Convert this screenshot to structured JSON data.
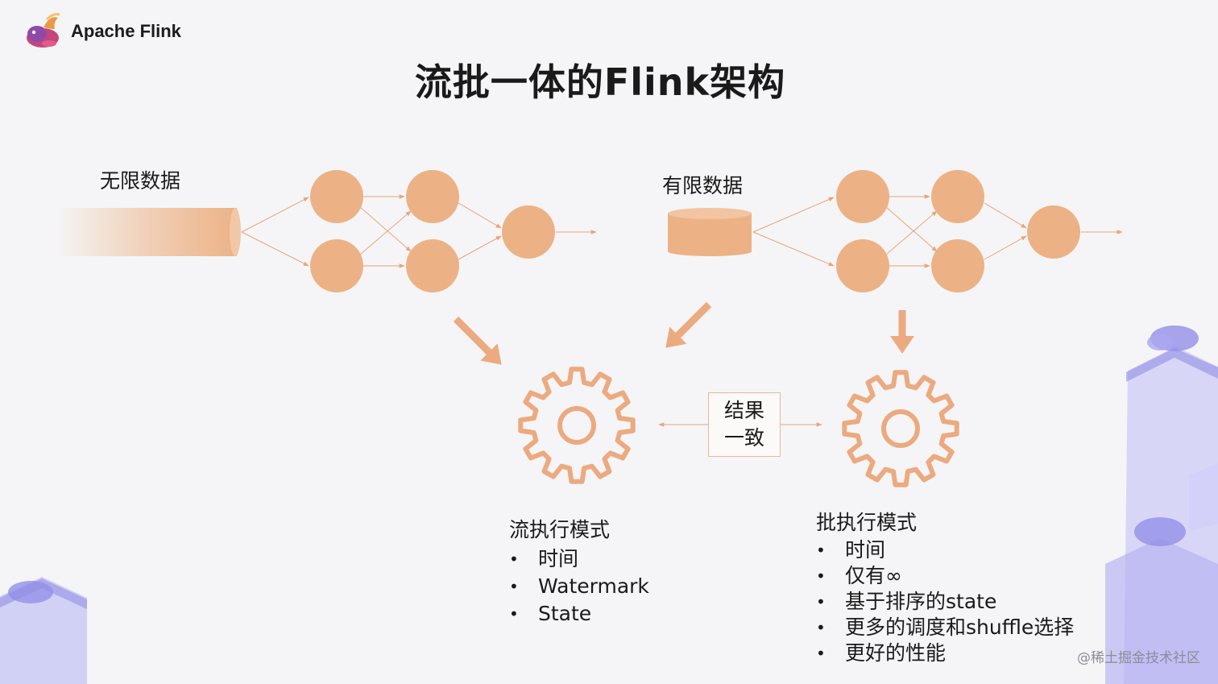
{
  "header": {
    "brand": "Apache Flink"
  },
  "title": "流批一体的Flink架构",
  "stream_source_label": "无限数据",
  "batch_source_label": "有限数据",
  "result_box": {
    "line1": "结果",
    "line2": "一致"
  },
  "stream_mode": {
    "title": "流执行模式",
    "items": [
      "时间",
      "Watermark",
      "State"
    ]
  },
  "batch_mode": {
    "title": "批执行模式",
    "items": [
      "时间",
      "仅有∞",
      "基于排序的state",
      "更多的调度和shuffle选择",
      "更好的性能"
    ]
  },
  "watermark_text": "@稀土掘金技术社区",
  "colors": {
    "node": "#ecb285",
    "arrow": "#e8a57a",
    "gear": "#ecaa80",
    "deco": "#8b86e0"
  }
}
